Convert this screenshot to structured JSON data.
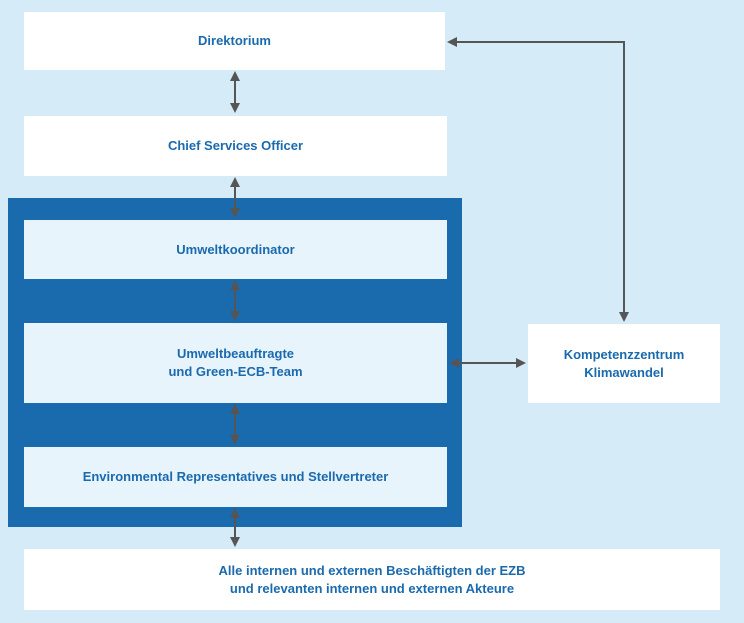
{
  "boxes": {
    "direktorium": "Direktorium",
    "cso": "Chief Services Officer",
    "umweltkoordinator": "Umweltkoordinator",
    "umweltbeauftragte_line1": "Umweltbeauftragte",
    "umweltbeauftragte_line2": "und Green-ECB-Team",
    "env_reps": "Environmental Representatives und Stellvertreter",
    "kompetenz_line1": "Kompetenzzentrum",
    "kompetenz_line2": "Klimawandel",
    "alle_line1": "Alle internen und externen Beschäftigten der EZB",
    "alle_line2": "und relevanten internen und externen Akteure"
  },
  "colors": {
    "background": "#d6ebf8",
    "frame": "#1a6aae",
    "text": "#1a6aae",
    "arrow": "#555555"
  }
}
